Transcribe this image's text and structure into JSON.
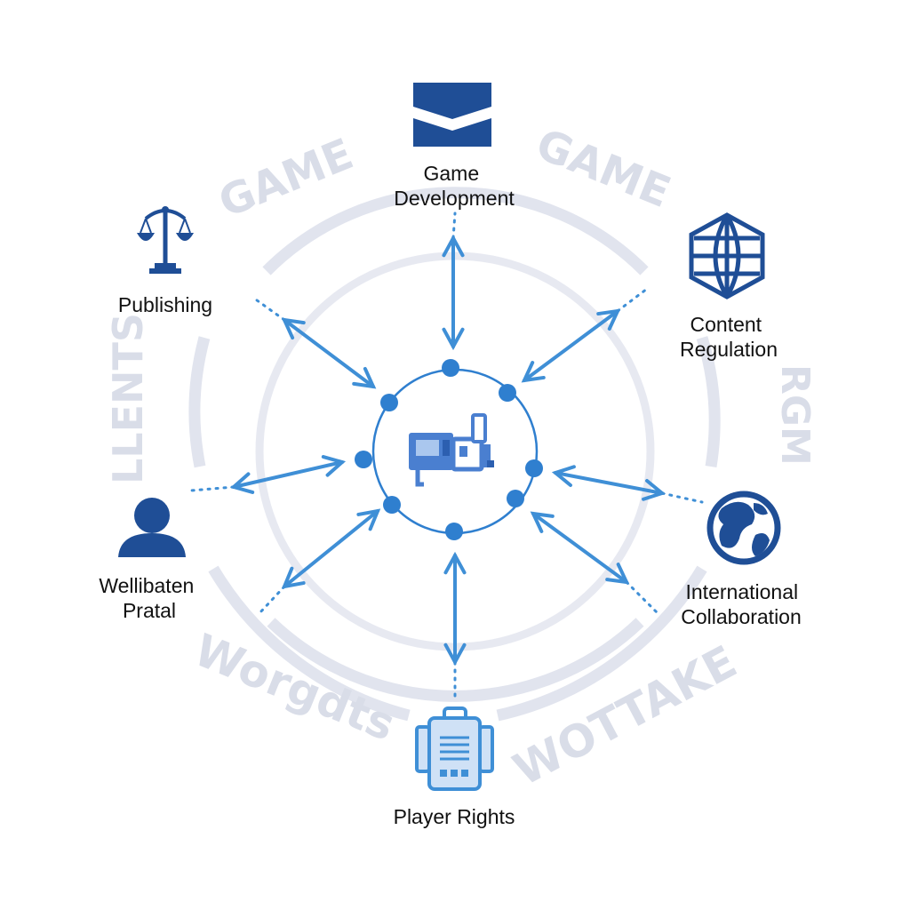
{
  "center": {
    "icon": "machine-icon"
  },
  "nodes": [
    {
      "id": "game-development",
      "icon": "banner-chevron-icon",
      "lines": [
        "Game",
        "Development"
      ]
    },
    {
      "id": "content-regulation",
      "icon": "globe-grid-icon",
      "lines": [
        "Content",
        "Regulation"
      ]
    },
    {
      "id": "international-collaboration",
      "icon": "earth-icon",
      "lines": [
        "International",
        "Collaboration"
      ]
    },
    {
      "id": "player-rights",
      "icon": "device-icon",
      "lines": [
        "Player Rights"
      ]
    },
    {
      "id": "wellibaten-pratal",
      "icon": "person-icon",
      "lines": [
        "Wellibaten",
        "Pratal"
      ]
    },
    {
      "id": "publishing",
      "icon": "scales-icon",
      "lines": [
        "Publishing"
      ]
    }
  ],
  "background_words": [
    "GAME",
    "GAME",
    "LLENTS",
    "RGM",
    "Worgdts",
    "WOTTAKE"
  ],
  "colors": {
    "navy": "#1f4e96",
    "arrow": "#3f8fd6",
    "node_dot": "#2f7fcf",
    "ring": "#e1e4ee",
    "faint_text": "#d9dde8",
    "center_icon": "#4a7fd0"
  }
}
